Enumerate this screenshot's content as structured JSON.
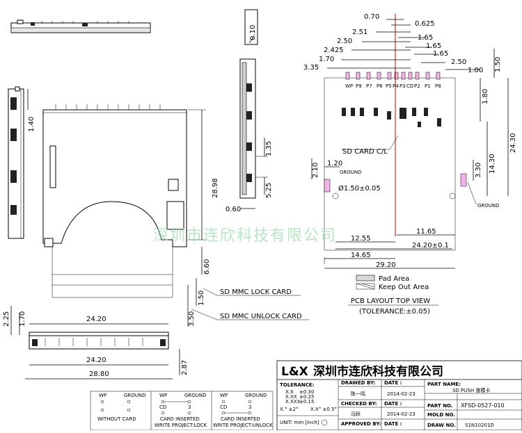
{
  "watermark": "深圳市连欣科技有限公司",
  "top_view_dims": {
    "d070": "0.70",
    "d0625": "0.625",
    "d251": "2.51",
    "d165a": "1.65",
    "d250a": "2.50",
    "d165b": "1.65",
    "d2425": "2.425",
    "d165c": "1.65",
    "d170": "1.70",
    "d250b": "2.50",
    "d335": "3.35",
    "d100": "1.00",
    "d150": "1.50",
    "d180": "1.80",
    "d2430": "24.30",
    "d1430": "14.30",
    "d330": "3.30",
    "d120": "1.20",
    "d210": "2.10",
    "d1165": "11.65",
    "d1255": "12.55",
    "d2420": "24.20±0.1",
    "d1465": "14.65",
    "d2920": "29.20",
    "hole": "Ø1.50±0.05"
  },
  "top_view_labels": {
    "sd_card": "SD CARD C/L",
    "ground_left": "GROUND",
    "ground_right": "GROUND",
    "pins": [
      "WP",
      "P9",
      "P7",
      "P6",
      "P5",
      "P4",
      "P3",
      "CD",
      "P2",
      "P1",
      "P8"
    ]
  },
  "legend": {
    "pad_area": "Pad Area",
    "keep_out": "Keep Out Area",
    "title": "PCB LAYOUT TOP VIEW",
    "tolerance": "(TOLERANCE:±0.05)"
  },
  "side_view": {
    "thickness_box": "0.10",
    "d135": "1.35",
    "d525": "5.25",
    "d060": "0.60"
  },
  "front_view": {
    "d140": "1.40",
    "d2898": "28.98",
    "d660": "6.60",
    "d150": "1.50",
    "d350": "3.50",
    "lock_card": "SD MMC LOCK CARD",
    "unlock_card": "SD MMC UNLOCK CARD"
  },
  "bottom_view": {
    "d225": "2.25",
    "d170": "1.70",
    "d2420_top": "24.20",
    "d2420_bot": "24.20",
    "d2880": "28.80",
    "d287": "2.87"
  },
  "switch_diagrams": [
    {
      "wp": "WP",
      "ground": "GROUND",
      "cd": "",
      "num": "",
      "caption": "WITHOUT CARD",
      "caption2": ""
    },
    {
      "wp": "WP",
      "ground": "GROUND",
      "cd": "CD",
      "num": "3",
      "caption": "CARD INSERTED",
      "caption2": "WRITE PROJECT:LOCK"
    },
    {
      "wp": "WP",
      "ground": "GROUND",
      "cd": "CD",
      "num": "3",
      "caption": "CARD INSERTED",
      "caption2": "WRITE PROJECT:UNLOCK"
    }
  ],
  "title_block": {
    "company_logo": "L&X",
    "company": "深圳市连欣科技有限公司",
    "tolerance_label": "TOLERANCE:",
    "tol_x": "X.X",
    "tol_x_val": "±0.30",
    "tol_xx": "X.XX",
    "tol_xx_val": "±0.25",
    "tol_xxx": "X.XXX",
    "tol_xxx_val": "±0.15",
    "tol_ang1": "X.° ±2°",
    "tol_ang2": "X.X° ±0.5°",
    "unit": "UNIT: mm [inch]",
    "drawn_by_label": "DRAWED BY:",
    "drawn_by": "陈一鸣",
    "checked_by_label": "CHECKED BY:",
    "checked_by": "马跃",
    "approved_by_label": "APPROVED BY:",
    "date_label1": "DATE :",
    "date1": "2014-02-23",
    "date_label2": "DATE :",
    "date2": "2014-02-23",
    "date_label3": "DATE :",
    "part_name_label": "PART NAME:",
    "part_name": "SD PUSH 普模卡",
    "part_no_label": "PART NO.",
    "part_no": "XFSD-0527-010",
    "mold_no_label": "MOLD NO.",
    "draw_no_label": "DRAW NO.",
    "draw_no": "S1N10201D"
  }
}
